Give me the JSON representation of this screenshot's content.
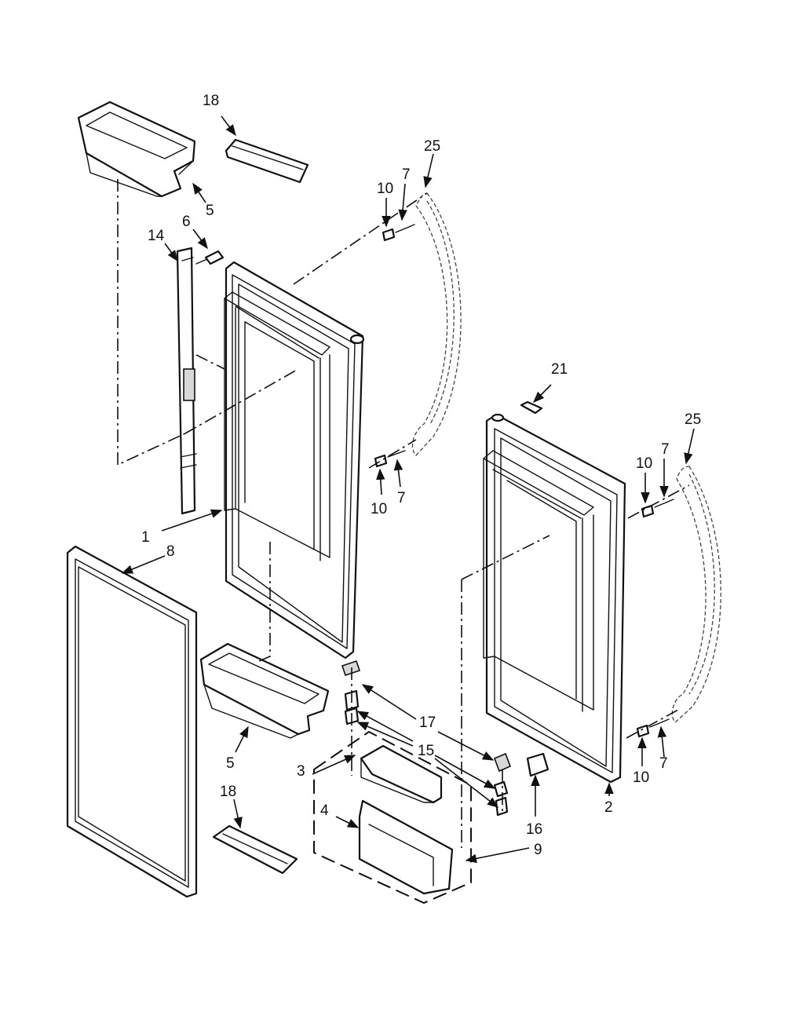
{
  "callouts": {
    "c1": "1",
    "c2": "2",
    "c3": "3",
    "c4": "4",
    "c5_top": "5",
    "c5_bottom": "5",
    "c6": "6",
    "c7_upper_left": "7",
    "c7_lower_left": "7",
    "c7_upper_right": "7",
    "c7_lower_right": "7",
    "c8": "8",
    "c9": "9",
    "c10_upper_left": "10",
    "c10_lower_left": "10",
    "c10_upper_right": "10",
    "c10_lower_right": "10",
    "c14": "14",
    "c15": "15",
    "c16": "16",
    "c17": "17",
    "c18_top": "18",
    "c18_bottom": "18",
    "c21": "21",
    "c25_left": "25",
    "c25_right": "25"
  }
}
